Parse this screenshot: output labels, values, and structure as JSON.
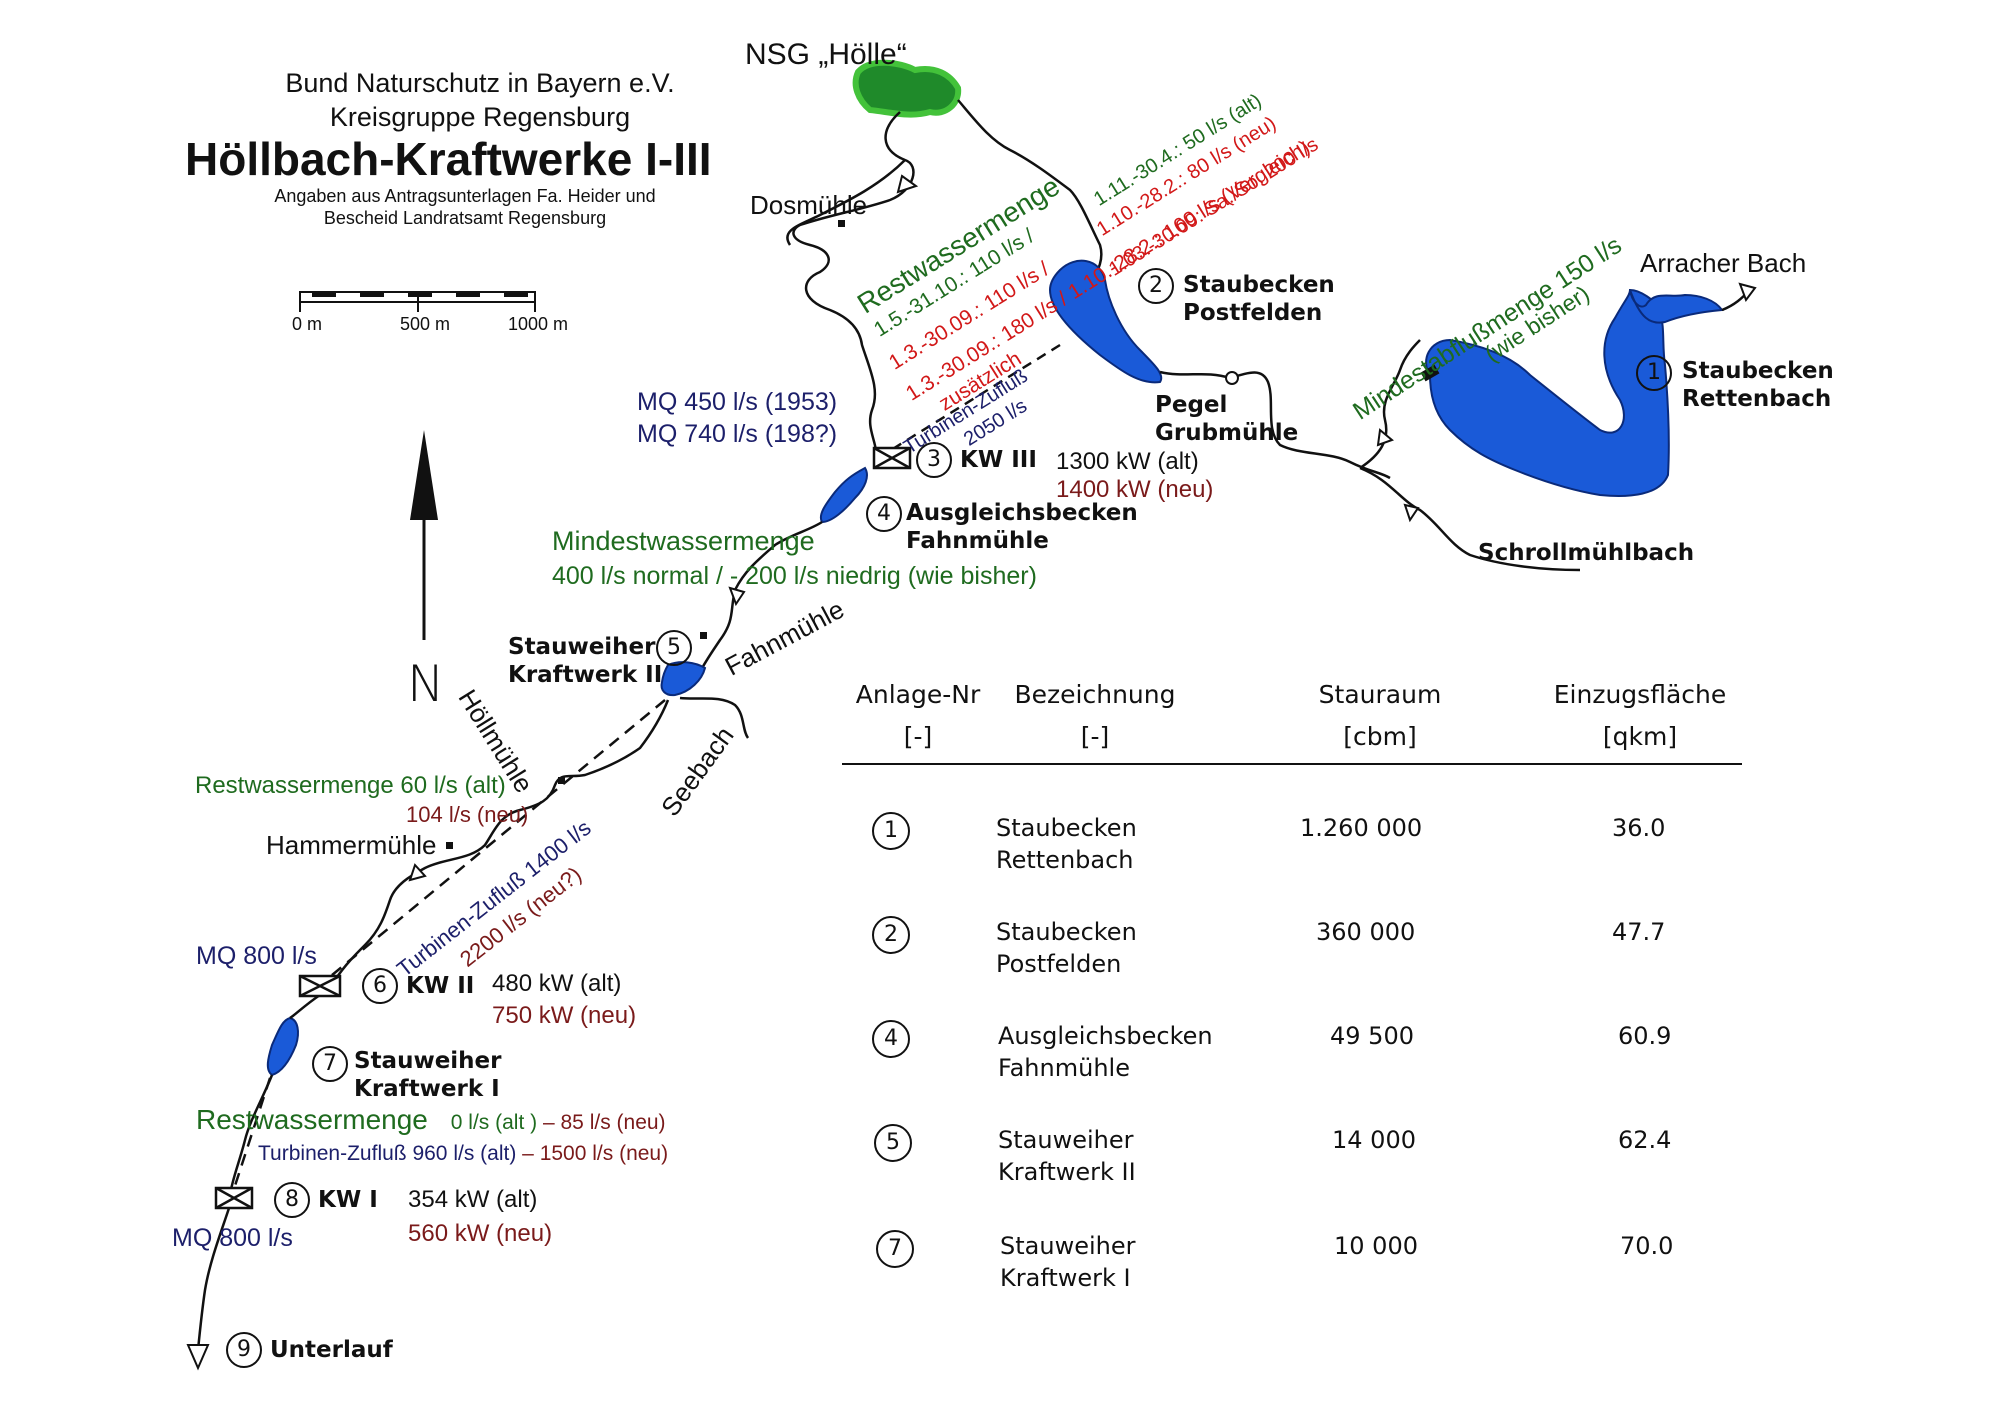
{
  "header": {
    "org_line1": "Bund Naturschutz in Bayern e.V.",
    "org_line2": "Kreisgruppe Regensburg",
    "title": "Höllbach-Kraftwerke I-III",
    "source_line1": "Angaben aus Antragsunterlagen Fa. Heider und",
    "source_line2": "Bescheid Landratsamt  Regensburg"
  },
  "scale_bar": {
    "labels": [
      "0 m",
      "500 m",
      "1000 m"
    ]
  },
  "north_arrow": {
    "label": "N"
  },
  "places": {
    "nsg": "NSG „Hölle“",
    "dosmuehle": "Dosmühle",
    "arracher_bach": "Arracher Bach",
    "pegel": "Pegel",
    "grubmuehle": "Grubmühle",
    "schrollmuehlbach": "Schrollmühlbach",
    "fahnmuehle": "Fahnmühle",
    "hoellmuehle": "Höllmühle",
    "seebach": "Seebach",
    "hammermuehle": "Hammermühle"
  },
  "restwasser_top": {
    "heading": "Restwassermenge",
    "line_green1": "1.5.-31.10.: 110 l/s /",
    "line_green_alt": "1.11.-30.4.: 50 l/s (alt)",
    "line_red1": "1.3.-30.09.: 110 l/s /",
    "line_red1b": "1.10.-28.2.: 80 l/s (neu)",
    "line_red2": "1.3.-30.09.: 180 l/s / 1.10.-28.2.: 160 l/s (Vergleich)",
    "line_red3": "zusätzlich",
    "line_red3b": "1.03.-30.09: Sa./So. 200 l/s"
  },
  "mindestabfluss": {
    "line1": "Mindestabflußmenge 150 l/s",
    "line2": "(wie bisher)"
  },
  "turbinen_kw3": {
    "line1": "Turbinen-Zufluß",
    "line2": "2050 l/s"
  },
  "mq_kw3": {
    "line1": "MQ  450 l/s (1953)",
    "line2": "MQ  740 l/s (198?)"
  },
  "mindestwasser": {
    "line1": "Mindestwassermenge",
    "line2": "400 l/s normal / - 200 l/s niedrig  (wie bisher)"
  },
  "restwasser_mid": {
    "line1": "Restwassermenge 60 l/s (alt)",
    "line2": "104 l/s (neu)"
  },
  "turbinen_kw2": {
    "line1": "Turbinen-Zufluß 1400 l/s",
    "line2": "2200 l/s (neu?)"
  },
  "mq_kw2": "MQ 800 l/s",
  "restwasser_low": {
    "heading": "Restwassermenge",
    "alt": "0 l/s (alt )",
    "sep": " – ",
    "neu": "85 l/s (neu)"
  },
  "turbinen_kw1": {
    "alt": "Turbinen-Zufluß 960 l/s (alt)",
    "sep": " – ",
    "neu": "1500 l/s (neu)"
  },
  "mq_kw1": "MQ 800 l/s",
  "stations": [
    {
      "num": "1",
      "line1": "Staubecken",
      "line2": "Rettenbach"
    },
    {
      "num": "2",
      "line1": "Staubecken",
      "line2": "Postfelden"
    },
    {
      "num": "3",
      "name": "KW III",
      "alt": "1300 kW (alt)",
      "neu": "1400 kW (neu)"
    },
    {
      "num": "4",
      "line1": "Ausgleichsbecken",
      "line2": "Fahnmühle"
    },
    {
      "num": "5",
      "line1": "Stauweiher",
      "line2": "Kraftwerk II"
    },
    {
      "num": "6",
      "name": "KW II",
      "alt": "480 kW (alt)",
      "neu": "750 kW (neu)"
    },
    {
      "num": "7",
      "line1": "Stauweiher",
      "line2": "Kraftwerk I"
    },
    {
      "num": "8",
      "name": "KW I",
      "alt": "354 kW (alt)",
      "neu": "560 kW (neu)"
    },
    {
      "num": "9",
      "line1": "Unterlauf"
    }
  ],
  "table": {
    "headers": [
      {
        "name": "Anlage-Nr",
        "unit": "[-]"
      },
      {
        "name": "Bezeichnung",
        "unit": "[-]"
      },
      {
        "name": "Stauraum",
        "unit": "[cbm]"
      },
      {
        "name": "Einzugsfläche",
        "unit": "[qkm]"
      }
    ],
    "rows": [
      {
        "nr": "1",
        "line1": "Staubecken",
        "line2": "Rettenbach",
        "stauraum": "1.260  000",
        "flaeche": "36.0"
      },
      {
        "nr": "2",
        "line1": "Staubecken",
        "line2": "Postfelden",
        "stauraum": "360  000",
        "flaeche": "47.7"
      },
      {
        "nr": "4",
        "line1": "Ausgleichsbecken",
        "line2": "Fahnmühle",
        "stauraum": "49  500",
        "flaeche": "60.9"
      },
      {
        "nr": "5",
        "line1": "Stauweiher",
        "line2": "Kraftwerk II",
        "stauraum": "14  000",
        "flaeche": "62.4"
      },
      {
        "nr": "7",
        "line1": "Stauweiher",
        "line2": "Kraftwerk I",
        "stauraum": "10  000",
        "flaeche": "70.0"
      }
    ]
  },
  "colors": {
    "water": "#1a5ad8",
    "nsg_green": "#2db52d",
    "green_text": "#1f6b1f",
    "red_text": "#d21818",
    "blue_text": "#1c1f6a",
    "brown_text": "#7a1a1a"
  }
}
